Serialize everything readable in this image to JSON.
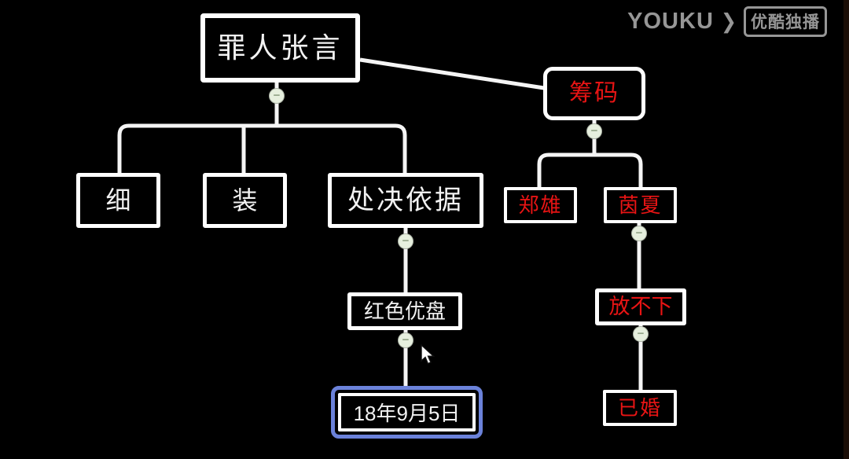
{
  "colors": {
    "background": "#000000",
    "line": "#f5f5f5",
    "node_border": "#ffffff",
    "text_white": "#f2f2f2",
    "text_red": "#e81414",
    "collapse_fill": "#e6efde",
    "collapse_minus": "#93a588",
    "selection": "#6b82da",
    "watermark": "#969696"
  },
  "watermark": {
    "brand": "YOUKU",
    "play_icon": "❯",
    "badge": "优酷独播"
  },
  "mindmap": {
    "collapse_icon": "−",
    "nodes": {
      "root": {
        "label": "罪人张言",
        "text_color": "#f2f2f2"
      },
      "chips": {
        "label": "筹码",
        "text_color": "#e81414"
      },
      "xi": {
        "label": "细",
        "text_color": "#f2f2f2"
      },
      "zhuang": {
        "label": "装",
        "text_color": "#f2f2f2"
      },
      "execution_basis": {
        "label": "处决依据",
        "text_color": "#f2f2f2"
      },
      "zheng_xiong": {
        "label": "郑雄",
        "text_color": "#e81414"
      },
      "yin_xia": {
        "label": "茵夏",
        "text_color": "#e81414"
      },
      "red_usb": {
        "label": "红色优盘",
        "text_color": "#f2f2f2"
      },
      "cant_let_go": {
        "label": "放不下",
        "text_color": "#e81414"
      },
      "date": {
        "label": "18年9月5日",
        "text_color": "#f2f2f2",
        "selected": true
      },
      "married": {
        "label": "已婚",
        "text_color": "#e81414"
      }
    }
  }
}
